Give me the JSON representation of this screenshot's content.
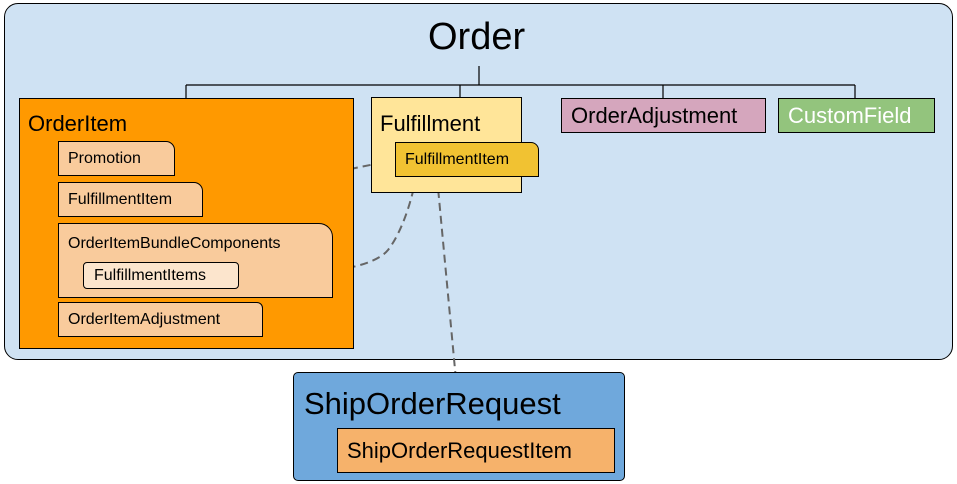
{
  "diagram": {
    "root": {
      "label": "Order"
    },
    "order_children": [
      {
        "label": "OrderItem",
        "children": [
          {
            "label": "Promotion"
          },
          {
            "label": "FulfillmentItem"
          },
          {
            "label": "OrderItemBundleComponents",
            "children": [
              {
                "label": "FulfillmentItems"
              }
            ]
          },
          {
            "label": "OrderItemAdjustment"
          }
        ]
      },
      {
        "label": "Fulfillment",
        "children": [
          {
            "label": "FulfillmentItem"
          }
        ]
      },
      {
        "label": "OrderAdjustment"
      },
      {
        "label": "CustomField"
      }
    ],
    "external": {
      "label": "ShipOrderRequest",
      "children": [
        {
          "label": "ShipOrderRequestItem"
        }
      ]
    },
    "dashed_links": [
      {
        "from": "OrderItem.FulfillmentItem",
        "to": "Fulfillment.FulfillmentItem"
      },
      {
        "from": "OrderItemBundleComponents.FulfillmentItems",
        "to": "Fulfillment.FulfillmentItem"
      },
      {
        "from": "Fulfillment.FulfillmentItem",
        "to": "ShipOrderRequest"
      }
    ],
    "colors": {
      "order_bg": "#cfe2f3",
      "orderitem_bg": "#ff9900",
      "orderitem_child_bg": "#f9cb9c",
      "bundle_inner_bg": "#fce5cd",
      "fulfillment_bg": "#ffe599",
      "fulfillment_item_bg": "#f1c232",
      "order_adjustment_bg": "#d5a6bd",
      "custom_field_bg": "#93c47d",
      "ship_request_bg": "#6fa8dc",
      "ship_request_item_bg": "#f6b26b",
      "dashed_line": "#666666"
    }
  }
}
